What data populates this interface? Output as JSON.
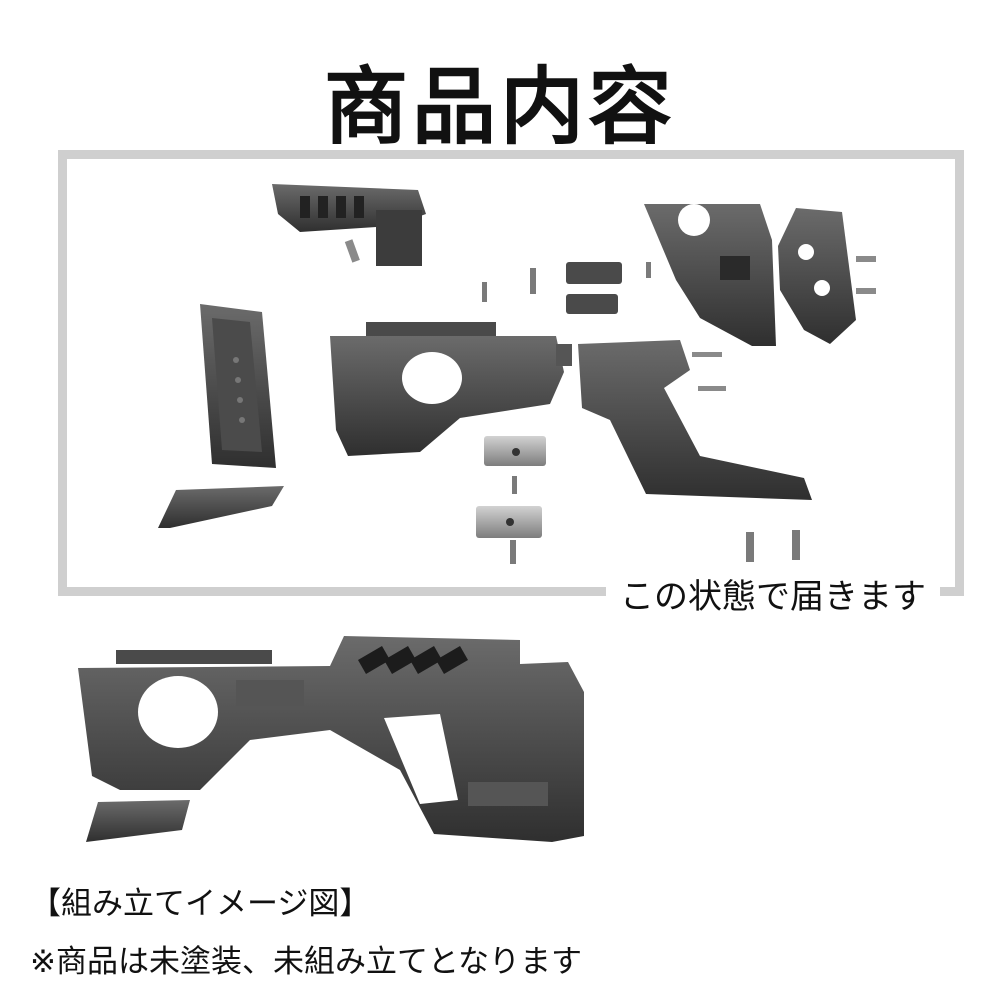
{
  "title": "商品内容",
  "frame_caption": "この状態で届きます",
  "assembled_label": "【組み立てイメージ図】",
  "note": "※商品は未塗装、未組み立てとなります",
  "colors": {
    "part": "#3a3a3a",
    "part_light": "#6a6a6a",
    "metal": "#9a9a9a",
    "frame": "#cfcfcf",
    "text": "#111111"
  }
}
